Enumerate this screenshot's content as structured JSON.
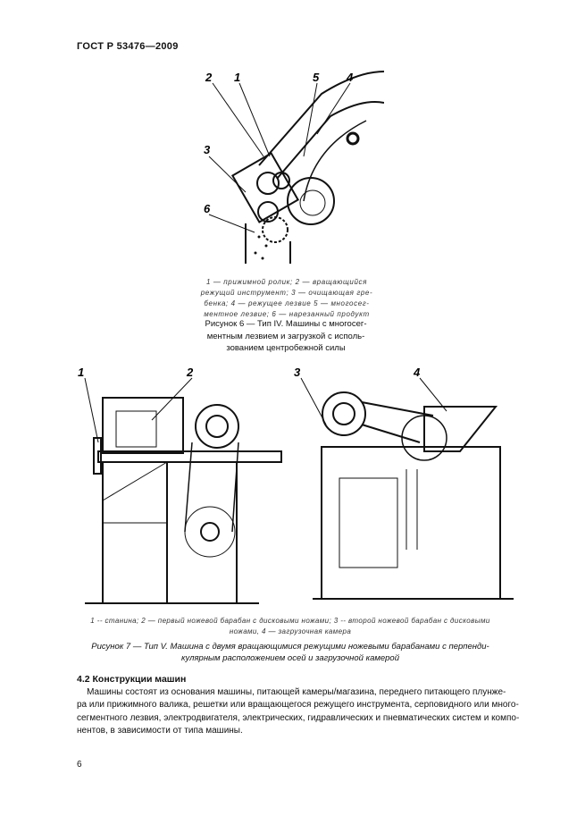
{
  "header": {
    "doc_code": "ГОСТ Р 53476—2009"
  },
  "figure6": {
    "labels": [
      "2",
      "1",
      "5",
      "4",
      "3",
      "6"
    ],
    "legend_lines": [
      "1 — прижимной ролик; 2 — вращающийся",
      "режущий инструмент; 3 — очищающая гре-",
      "бенка; 4 — режущее лезвие  5 — многосег-",
      "ментное лезвие; 6 — нарезанный продукт"
    ],
    "caption_lines": [
      "Рисунок 6 — Тип IV. Машины с многосег-",
      "ментным лезвием и загрузкой с исполь-",
      "зованием центробежной силы"
    ]
  },
  "figure7": {
    "labels": [
      "1",
      "2",
      "3",
      "4"
    ],
    "legend_lines": [
      "1 -- станина; 2 — первый ножевой барабан с дисковыми ножами; 3 -- второй ножевой барабан с дисковыми",
      "ножами, 4 — загрузочная камера"
    ],
    "caption_lines": [
      "Рисунок 7 — Тип V. Машина с двумя вращающимися режущими ножевыми барабанами с перпенди-",
      "кулярным расположением осей и загрузочной камерой"
    ]
  },
  "section": {
    "heading": "4.2 Конструкции машин",
    "lines": [
      "    Машины состоят из основания машины, питающей камеры/магазина, переднего питающего плунже-",
      "ра или прижимного валика, решетки или вращающегося режущего инструмента, серповидного или много-",
      "сегментного лезвия, электродвигателя, электрических, гидравлических и пневматических систем и компо-",
      "нентов, в зависимости от типа машины."
    ]
  },
  "page_number": "6"
}
